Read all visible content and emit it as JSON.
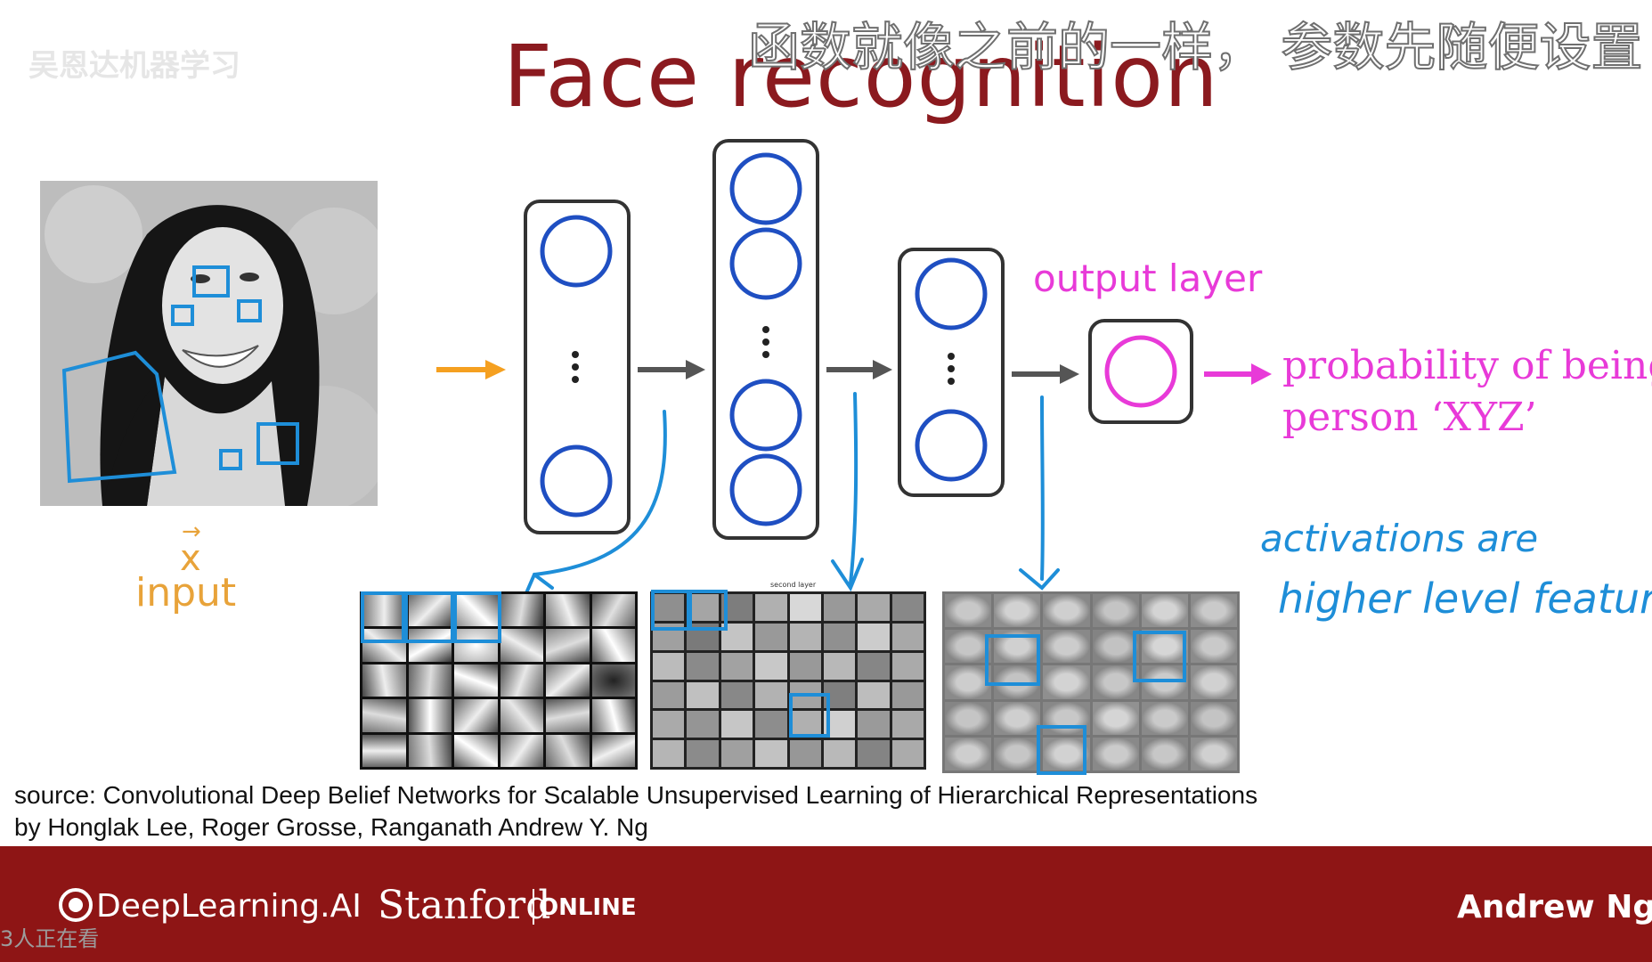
{
  "slide": {
    "title": "Face recognition",
    "subtitle_cn": "函数就像之前的一样， 参数先随便设置",
    "watermark": "吴恩达机器学习",
    "output_layer_label": "output layer",
    "output_desc_line1": "probability of being",
    "output_desc_line2": "person ‘XYZ’",
    "input_symbol": "x",
    "input_label": "input",
    "handwriting_line1": "activations are",
    "handwriting_line2": "higher level features",
    "source_line1": "source:  Convolutional Deep Belief Networks for Scalable Unsupervised Learning of Hierarchical Representations",
    "source_line2": "by Honglak Lee, Roger Grosse, Ranganath Andrew Y. Ng",
    "feature_grid2_caption": "second layer"
  },
  "footer": {
    "brand_deeplearning": "DeepLearning.AI",
    "brand_stanford": "Stanford",
    "brand_online": "ONLINE",
    "presenter": "Andrew Ng",
    "viewers": "3人正在看"
  },
  "colors": {
    "title": "#8b1a1f",
    "network": "#1f4fc2",
    "output": "#e83ad8",
    "input": "#e8a33a",
    "annotation": "#1e8ed8",
    "footer_bg": "#8e1515"
  },
  "icons": {
    "arrow": "right-arrow-icon",
    "neuron": "circle-neuron-icon",
    "ellipsis": "vertical-ellipsis-icon",
    "logo": "deeplearning-logo-icon"
  }
}
